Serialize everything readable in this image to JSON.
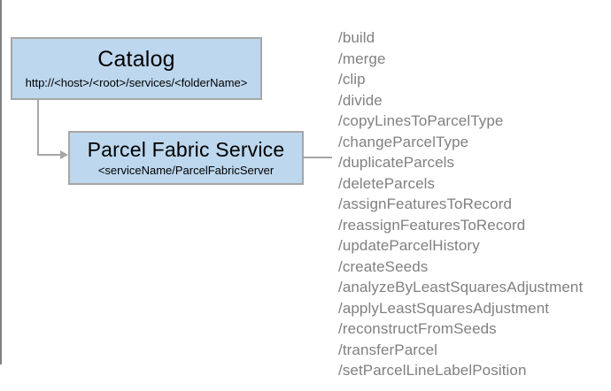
{
  "diagram": {
    "nodes": [
      {
        "id": "catalog",
        "title": "Catalog",
        "subtitle": "http://<host>/<root>/services/<folderName>"
      },
      {
        "id": "parcel-fabric-service",
        "title": "Parcel Fabric Service",
        "subtitle": "<serviceName/ParcelFabricServer"
      }
    ],
    "colors": {
      "node_fill": "#bdd7ee",
      "node_border": "#a6a6a6",
      "connector": "#a6a6a6",
      "divider": "#808080",
      "operation_text": "#808080",
      "title_text": "#000000",
      "background": "#ffffff"
    },
    "operations": [
      "/build",
      "/merge",
      "/clip",
      "/divide",
      "/copyLinesToParcelType",
      "/changeParcelType",
      "/duplicateParcels",
      "/deleteParcels",
      "/assignFeaturesToRecord",
      "/reassignFeaturesToRecord",
      "/updateParcelHistory",
      "/createSeeds",
      "/analyzeByLeastSquaresAdjustment",
      "/applyLeastSquaresAdjustment",
      "/reconstructFromSeeds",
      "/transferParcel",
      "/setParcelLineLabelPosition"
    ]
  }
}
